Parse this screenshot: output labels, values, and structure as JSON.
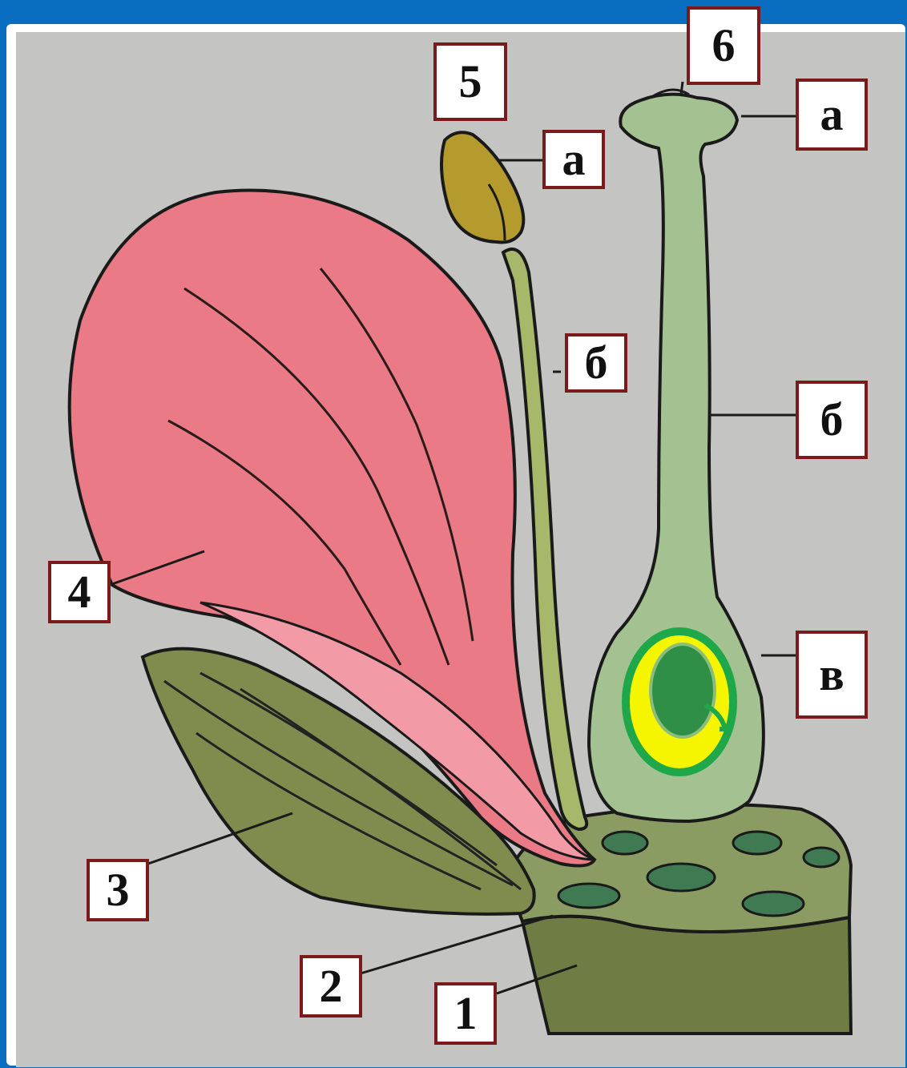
{
  "labels": {
    "n1": "1",
    "n2": "2",
    "n3": "3",
    "n4": "4",
    "n5": "5",
    "n6": "6",
    "anther_a": "а",
    "filament_b": "б",
    "stigma_a": "а",
    "style_b": "б",
    "ovary_v": "в"
  },
  "colors": {
    "background": "#0a6ec0",
    "board": "#c4c4c2",
    "petal": "#e97a86",
    "sepal": "#7f8c4e",
    "pistil": "#a4c291",
    "anther": "#b59a2e",
    "receptacle": "#6f7d45",
    "ovule_ring": "#1fa84a",
    "ovule_fill": "#f5f500",
    "label_border": "#7a1a1a"
  }
}
